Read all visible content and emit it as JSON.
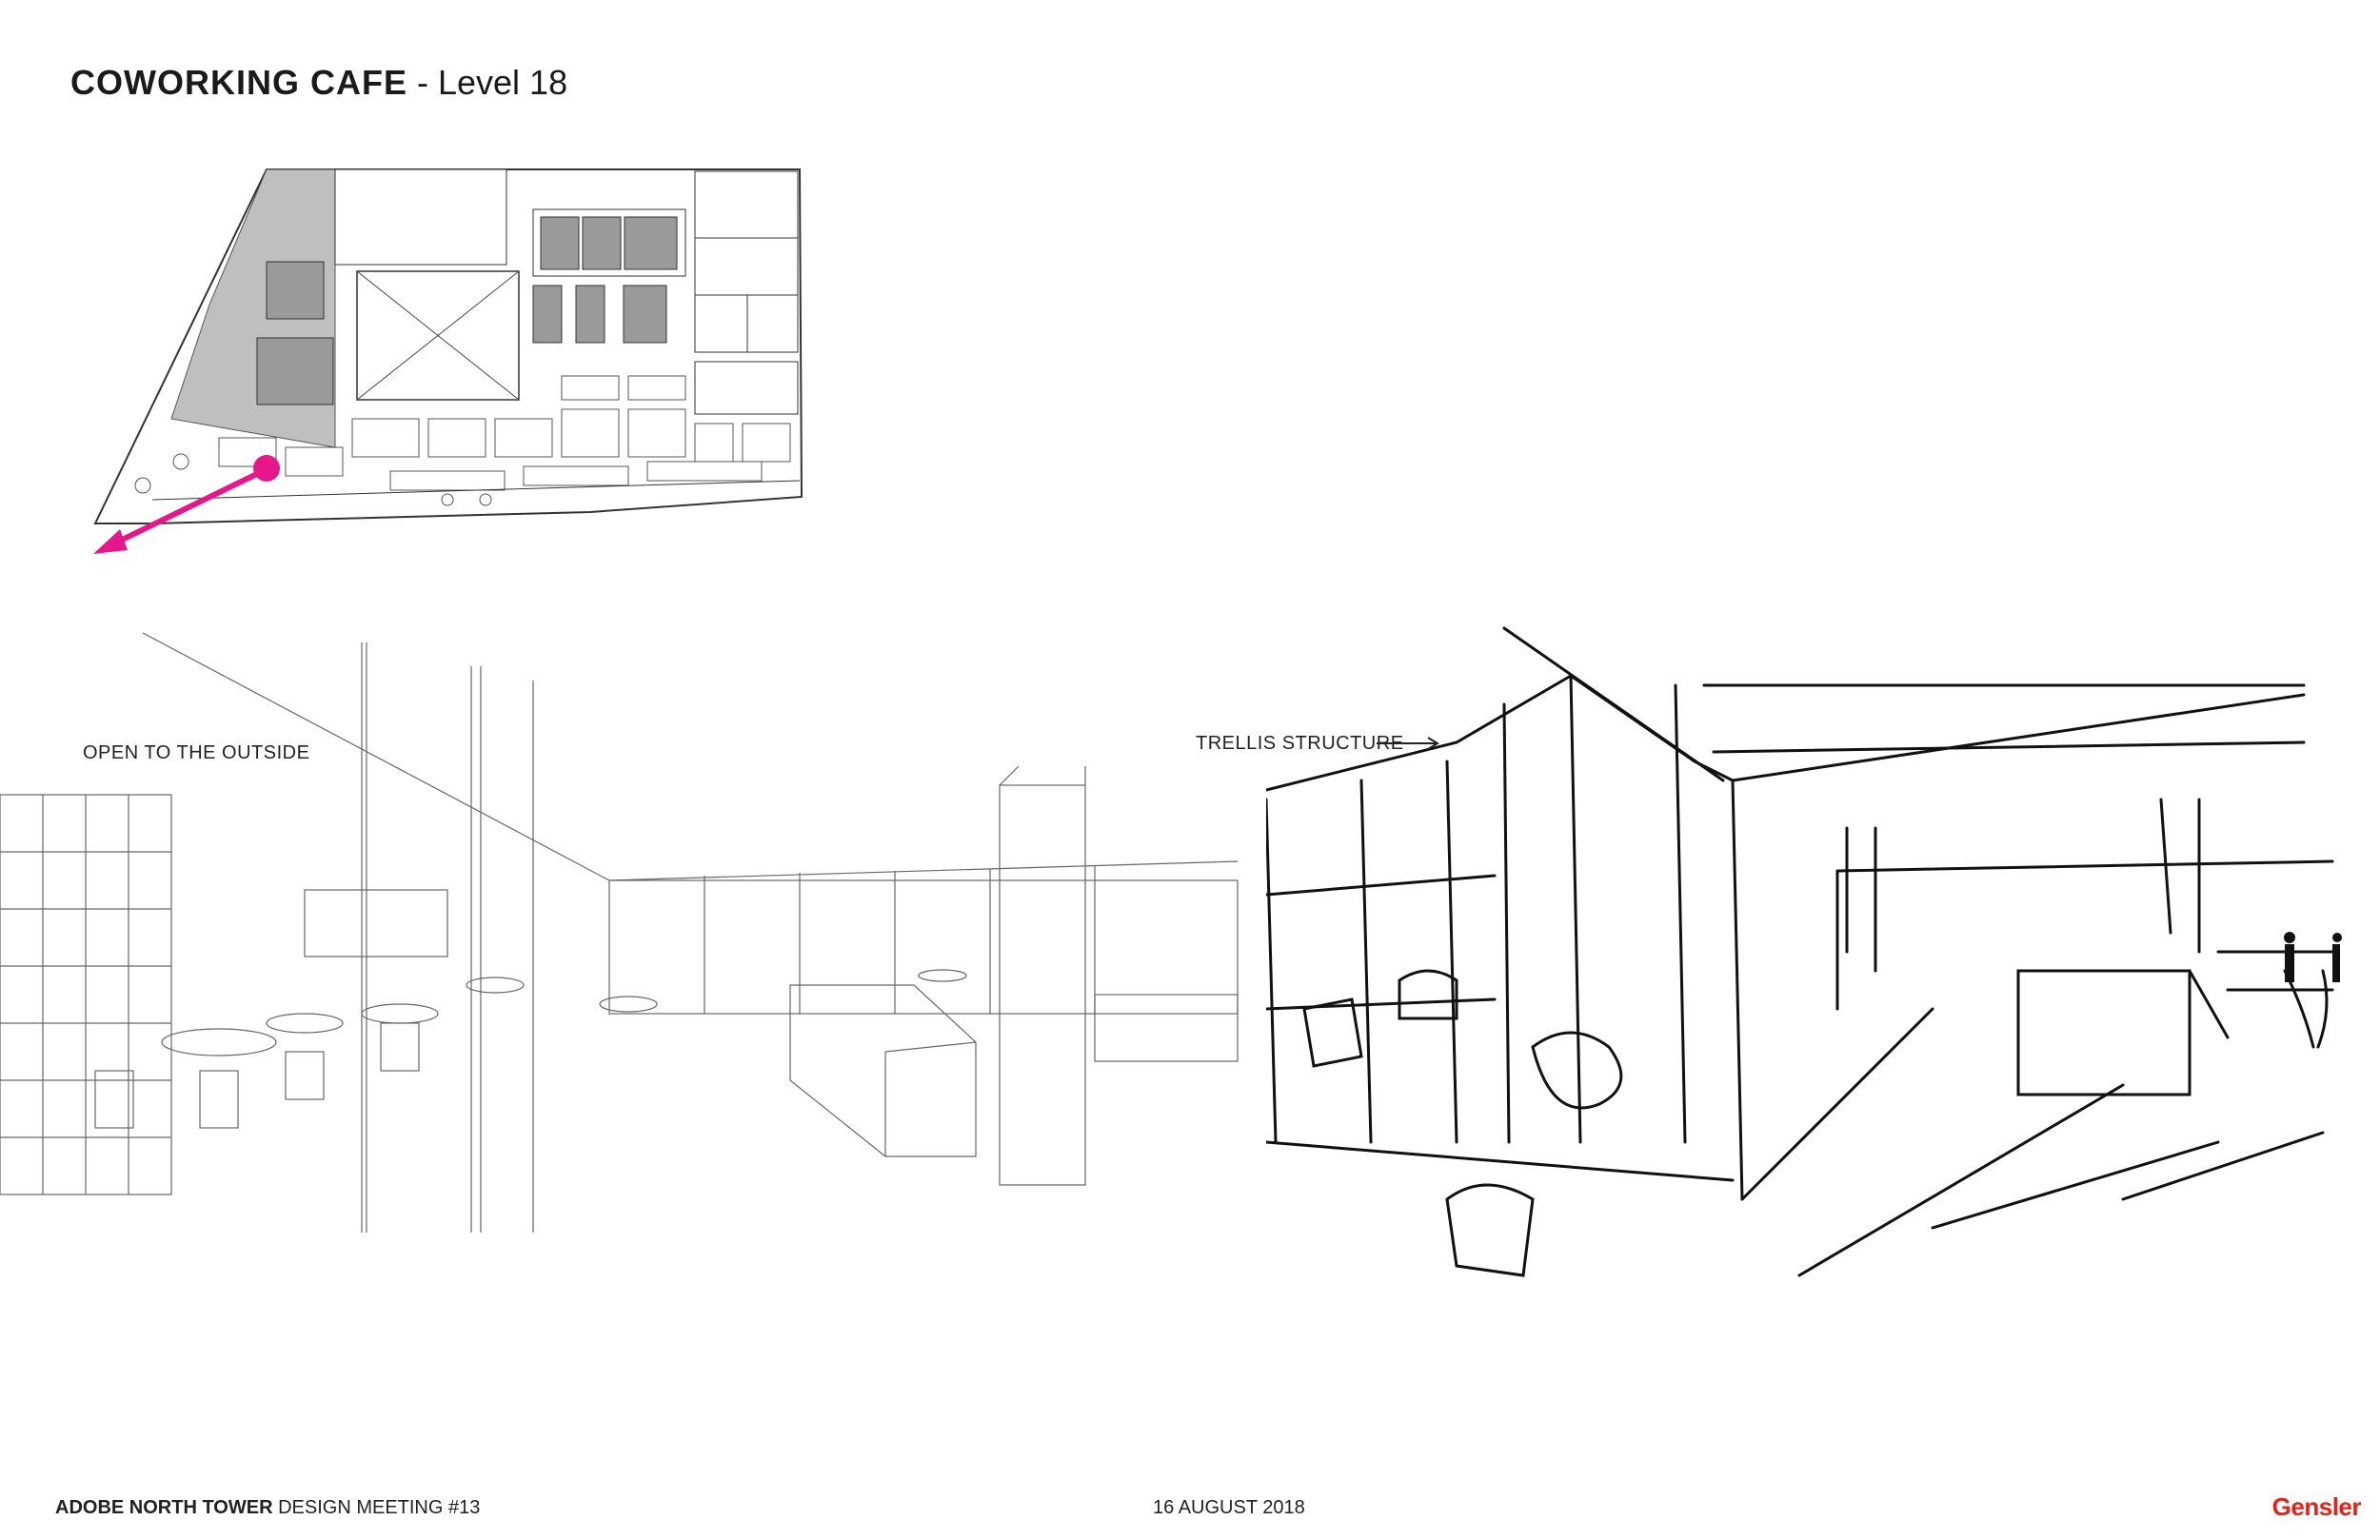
{
  "header": {
    "title_bold": "COWORKING CAFE",
    "title_sep": " - ",
    "title_level": "Level 18"
  },
  "annotations": {
    "open_to_outside": "OPEN TO THE OUTSIDE",
    "trellis_structure": "TRELLIS STRUCTURE"
  },
  "footer": {
    "project": "ADOBE NORTH TOWER",
    "meeting": "DESIGN MEETING #13",
    "date": "16 AUGUST 2018",
    "logo": "Gensler"
  },
  "colors": {
    "accent_arrow": "#e6178c",
    "logo_red": "#e2231a",
    "plan_fill_gray": "#bfbfbf",
    "plan_block_gray": "#9a9a9a"
  },
  "icons": {
    "view_arrow": "magenta-view-direction-arrow-icon"
  }
}
